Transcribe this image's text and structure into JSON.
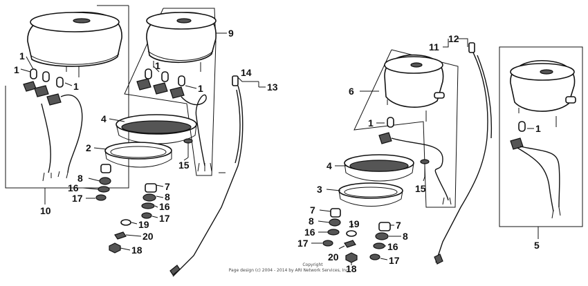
{
  "diagram": {
    "callouts": {
      "l10": "10",
      "l1a": "1",
      "l1b": "1",
      "l1c": "1",
      "l9": "9",
      "l1d": "1",
      "l1e": "1",
      "l4a": "4",
      "l2": "2",
      "l15a": "15",
      "l8a": "8",
      "l16a": "16",
      "l17a": "17",
      "l7a": "7",
      "l8b": "8",
      "l16b": "16",
      "l17b": "17",
      "l19a": "19",
      "l20a": "20",
      "l18a": "18",
      "l14": "14",
      "l13": "13",
      "l12": "12",
      "l11": "11",
      "l6": "6",
      "l1f": "1",
      "l4b": "4",
      "l3": "3",
      "l15b": "15",
      "l7b": "7",
      "l8c": "8",
      "l16c": "16",
      "l17c": "17",
      "l19b": "19",
      "l20b": "20",
      "l18b": "18",
      "l7c": "7",
      "l8d": "8",
      "l16d": "16",
      "l17d": "17",
      "l5": "5",
      "l1g": "1"
    },
    "copyright_line1": "Copyright",
    "copyright_line2": "Page design (c) 2004 - 2014 by ARI Network Services, Inc."
  }
}
